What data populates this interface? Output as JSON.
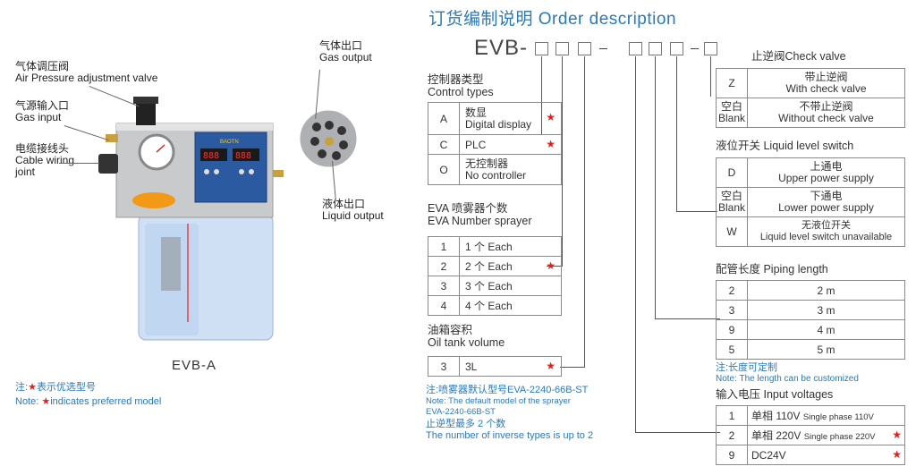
{
  "product": {
    "model_label": "EVB-A",
    "callouts": {
      "air_valve": {
        "cn": "气体调压阀",
        "en": "Air Pressure adjustment valve"
      },
      "gas_input": {
        "cn": "气源输入口",
        "en": "Gas input"
      },
      "cable_joint": {
        "cn": "电缆接线头",
        "en1": "Cable wiring",
        "en2": "joint"
      },
      "gas_output": {
        "cn": "气体出口",
        "en": "Gas output"
      },
      "liquid_output": {
        "cn": "液体出口",
        "en": "Liquid output"
      }
    },
    "note_cn_prefix": "注:",
    "note_cn_suffix": "表示优选型号",
    "note_en_prefix": "Note:",
    "note_en_suffix": "indicates preferred model",
    "star": "★",
    "panel_brand": "BAOTN"
  },
  "order": {
    "title": "订货编制说明 Order description",
    "code_prefix": "EVB-",
    "control_types": {
      "cn": "控制器类型",
      "en": "Control types",
      "rows": [
        {
          "key": "A",
          "cn": "数显",
          "en": "Digital display",
          "star": true
        },
        {
          "key": "C",
          "cn": "PLC",
          "en": "",
          "star": true
        },
        {
          "key": "O",
          "cn": "无控制器",
          "en": "No controller",
          "star": false
        }
      ]
    },
    "sprayer": {
      "cn": "EVA 喷雾器个数",
      "en": "EVA Number sprayer",
      "rows": [
        {
          "key": "1",
          "label": "1 个 Each",
          "star": false
        },
        {
          "key": "2",
          "label": "2 个 Each",
          "star": true
        },
        {
          "key": "3",
          "label": "3 个 Each",
          "star": false
        },
        {
          "key": "4",
          "label": "4 个 Each",
          "star": false
        }
      ]
    },
    "tank": {
      "cn": "油箱容积",
      "en": "Oil tank volume",
      "rows": [
        {
          "key": "3",
          "label": "3L",
          "star": true
        }
      ]
    },
    "left_note": {
      "line1": "注:喷雾器默认型号EVA-2240-66B-ST",
      "line2": "Note: The default model of the sprayer",
      "line3": "EVA-2240-66B-ST",
      "line4": "止逆型最多 2 个数",
      "line5": "The number of inverse types is up to 2"
    },
    "check_valve": {
      "cn": "止逆阀",
      "en": "Check valve",
      "rows": [
        {
          "key": "Z",
          "cn": "带止逆阀",
          "en": "With check valve"
        },
        {
          "key_cn": "空白",
          "key_en": "Blank",
          "cn": "不带止逆阀",
          "en": "Without check valve"
        }
      ]
    },
    "level_switch": {
      "title": "液位开关 Liquid level switch",
      "rows": [
        {
          "key": "D",
          "cn": "上通电",
          "en": "Upper power supply"
        },
        {
          "key_cn": "空白",
          "key_en": "Blank",
          "cn": "下通电",
          "en": "Lower power supply"
        },
        {
          "key": "W",
          "cn": "无液位开关",
          "en": "Liquid level switch unavailable"
        }
      ]
    },
    "piping": {
      "title": "配管长度 Piping length",
      "rows": [
        {
          "key": "2",
          "label": "2 m"
        },
        {
          "key": "3",
          "label": "3 m"
        },
        {
          "key": "9",
          "label": "4 m"
        },
        {
          "key": "5",
          "label": "5 m"
        }
      ],
      "note_cn": "注:长度可定制",
      "note_en": "Note: The length can be customized"
    },
    "voltage": {
      "title": "输入电压 Input voltages",
      "rows": [
        {
          "key": "1",
          "label": "单相 110V",
          "small": "Single phase 110V",
          "star": false
        },
        {
          "key": "2",
          "label": "单相 220V",
          "small": "Single phase 220V",
          "star": true
        },
        {
          "key": "9",
          "label": "DC24V",
          "small": "",
          "star": true
        }
      ]
    }
  }
}
